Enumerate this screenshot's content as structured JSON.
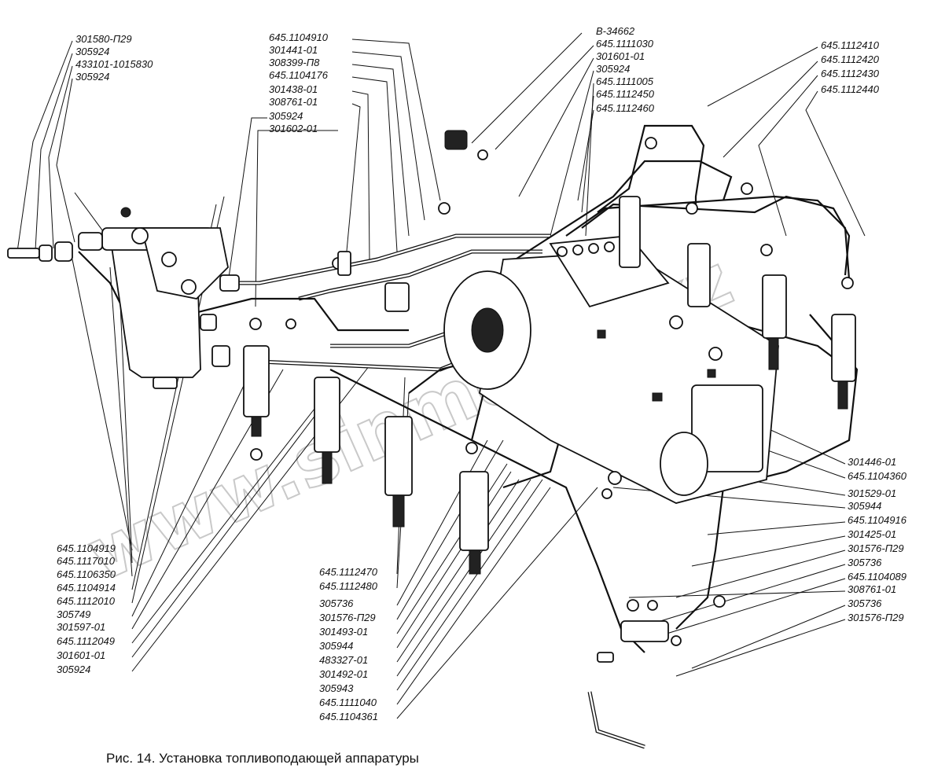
{
  "watermark": "www.sinmotor.kz",
  "caption": "Рис. 14. Установка топливоподающей аппаратуры",
  "labels": {
    "top_left": [
      "301580-П29",
      "305924",
      "433101-1015830",
      "305924"
    ],
    "top_middle": [
      "645.1104910",
      "301441-01",
      "308399-П8",
      "645.1104176",
      "301438-01",
      "308761-01",
      "305924",
      "301602-01"
    ],
    "top_center": [
      "В-34662",
      "645.1111030",
      "301601-01",
      "305924",
      "645.1111005",
      "645.1112450",
      "645.1112460"
    ],
    "top_right": [
      "645.1112410",
      "645.1112420",
      "645.1112430",
      "645.1112440"
    ],
    "bottom_left": [
      "645.1104919",
      "645.1117010",
      "645.1106350",
      "645.1104914",
      "645.1112010",
      "305749",
      "301597-01",
      "645.1112049",
      "301601-01",
      "305924"
    ],
    "bottom_center": [
      "645.1112470",
      "645.1112480",
      "305736",
      "301576-П29",
      "301493-01",
      "305944",
      "483327-01",
      "301492-01",
      "305943",
      "645.1111040",
      "645.1104361"
    ],
    "right": [
      "301446-01",
      "645.1104360",
      "301529-01",
      "305944",
      "645.1104916",
      "301425-01",
      "301576-П29",
      "305736",
      "645.1104089",
      "308761-01",
      "305736",
      "301576-П29"
    ]
  }
}
